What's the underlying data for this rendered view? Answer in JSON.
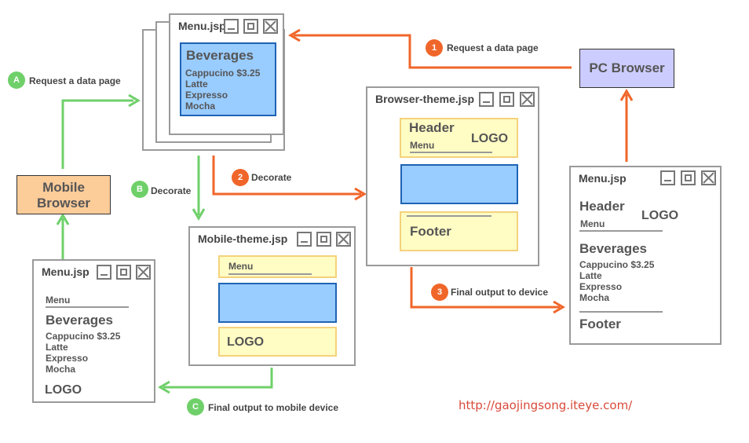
{
  "devices": {
    "pc_browser": "PC Browser",
    "mobile_browser_line1": "Mobile",
    "mobile_browser_line2": "Browser"
  },
  "steps": {
    "a": {
      "badge": "A",
      "label": "Request a data page"
    },
    "b": {
      "badge": "B",
      "label": "Decorate"
    },
    "c": {
      "badge": "C",
      "label": "Final output to mobile device"
    },
    "s1": {
      "badge": "1",
      "label": "Request a data page"
    },
    "s2": {
      "badge": "2",
      "label": "Decorate"
    },
    "s3": {
      "badge": "3",
      "label": "Final output to device"
    }
  },
  "windows": {
    "menu_stack": {
      "title": "Menu.jsp",
      "heading": "Beverages",
      "items": [
        "Cappucino $3.25",
        "Latte",
        "Expresso",
        "Mocha"
      ]
    },
    "browser_theme": {
      "title": "Browser-theme.jsp",
      "header": "Header",
      "menu": "Menu",
      "logo": "LOGO",
      "footer": "Footer"
    },
    "menu_pc": {
      "title": "Menu.jsp",
      "header": "Header",
      "logo": "LOGO",
      "menu": "Menu",
      "heading": "Beverages",
      "items": [
        "Cappucino $3.25",
        "Latte",
        "Expresso",
        "Mocha"
      ],
      "footer": "Footer"
    },
    "mobile_theme": {
      "title": "Mobile-theme.jsp",
      "menu": "Menu",
      "logo": "LOGO"
    },
    "menu_mobile": {
      "title": "Menu.jsp",
      "menu": "Menu",
      "heading": "Beverages",
      "items": [
        "Cappucino $3.25",
        "Latte",
        "Expresso",
        "Mocha"
      ],
      "logo": "LOGO"
    }
  },
  "watermark": "http://gaojingsong.iteye.com/",
  "colors": {
    "green_arrow": "#6fd06a",
    "orange_arrow": "#f0662a",
    "blue_fill": "#99ccff",
    "yellow_fill": "#fffcc4"
  }
}
